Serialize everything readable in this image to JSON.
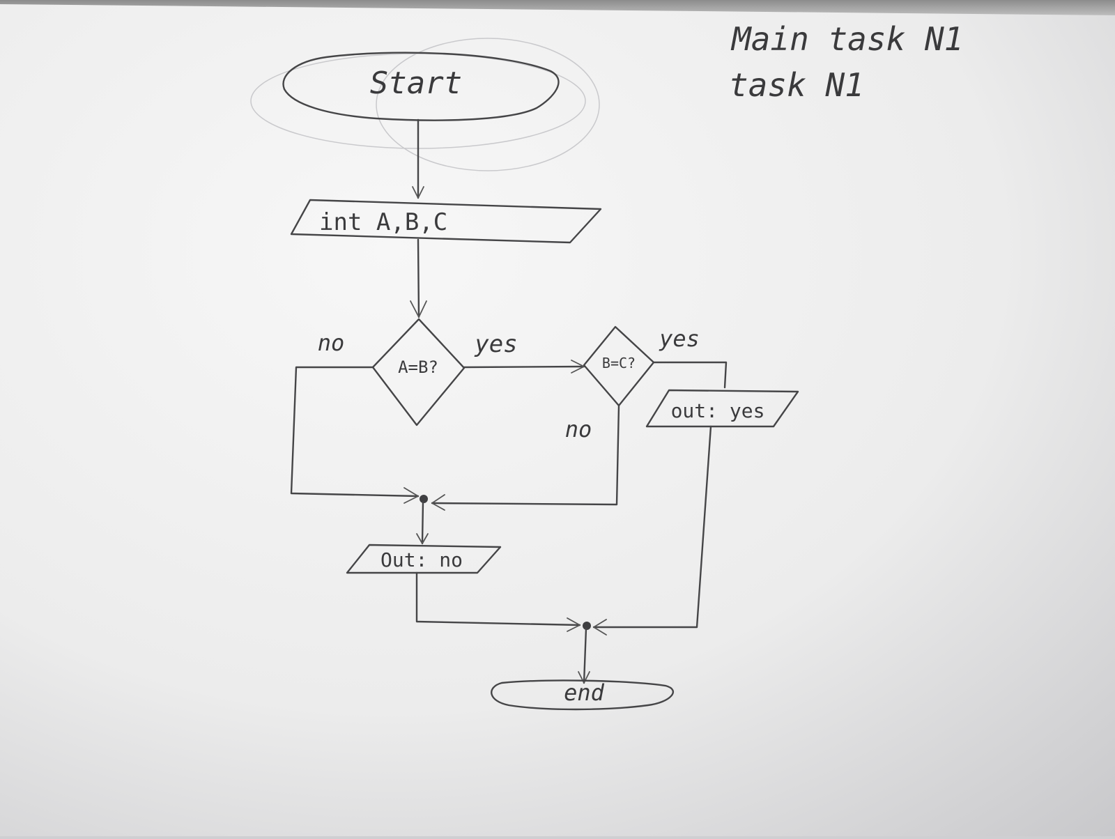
{
  "header": {
    "line1": "Main task N1",
    "line2": "task N1"
  },
  "flowchart": {
    "start": "Start",
    "declaration": "int A,B,C",
    "decision_1": "A=B?",
    "decision_2": "B=C?",
    "output_yes": "out: yes",
    "output_no": "Out: no",
    "end": "end"
  },
  "edge_labels": {
    "d1_no": "no",
    "d1_yes": "yes",
    "d2_yes": "yes",
    "d2_no": "no"
  },
  "colors": {
    "pencil": "#454547",
    "paper": "#f4f4f4"
  }
}
